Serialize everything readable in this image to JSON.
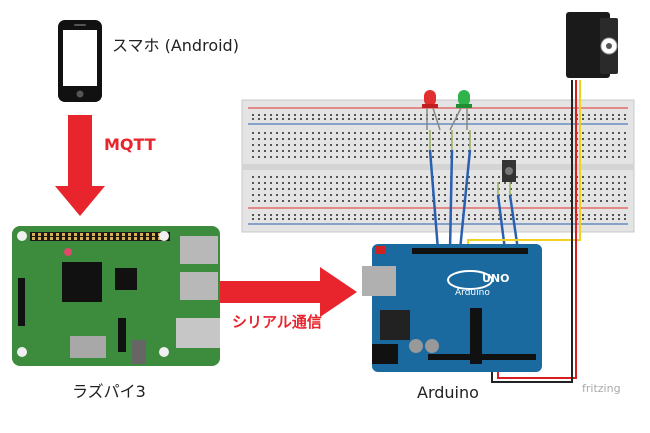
{
  "labels": {
    "smartphone": "スマホ (Android)",
    "mqtt": "MQTT",
    "raspi": "ラズパイ3",
    "serial": "シリアル通信",
    "arduino": "Arduino",
    "fritzing": "fritzing",
    "uno": "UNO",
    "arduino_board_text": "Arduino"
  },
  "colors": {
    "arrow": "#e8242d",
    "label_red": "#e8242d",
    "raspi_board": "#3d8b3d",
    "arduino_board": "#1a6aa0",
    "breadboard": "#e4e4e4",
    "wire_blue": "#2a5fb0",
    "wire_yellow": "#f0d020",
    "wire_red": "#d81e1e",
    "wire_black": "#222222",
    "led_red": "#e03030",
    "led_green": "#2fb34a"
  },
  "icons": [
    "smartphone-icon",
    "raspberry-pi-board",
    "arduino-uno-board",
    "breadboard",
    "servo-motor",
    "red-led",
    "green-led",
    "push-button"
  ]
}
